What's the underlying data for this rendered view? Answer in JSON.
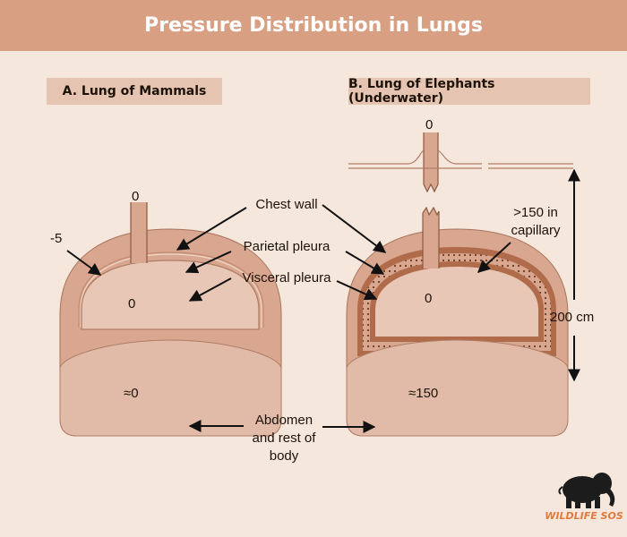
{
  "title": "Pressure Distribution in Lungs",
  "panels": {
    "mammals": {
      "label": "A. Lung of Mammals",
      "airway_pressure": "0",
      "pleural_pressure": "-5",
      "lung_pressure": "0",
      "abdomen_pressure": "≈0"
    },
    "elephants": {
      "label": "B. Lung of Elephants (Underwater)",
      "airway_pressure": "0",
      "capillary_pressure": ">150 in capillary",
      "lung_pressure": "0",
      "abdomen_pressure": "≈150",
      "depth": "200 cm"
    }
  },
  "labels": {
    "chest_wall": "Chest wall",
    "parietal_pleura": "Parietal pleura",
    "visceral_pleura": "Visceral pleura",
    "abdomen": "Abdomen and rest of body"
  },
  "logo": {
    "text": "WILDLIFE SOS"
  },
  "colors": {
    "header": "#d89f82",
    "background": "#f5e7dc",
    "body_fill": "#d9a78f",
    "lung_fill": "#e9c7b6",
    "dark_layer": "#b06b4a",
    "arrow": "#111111",
    "logo": "#e07a3e"
  }
}
